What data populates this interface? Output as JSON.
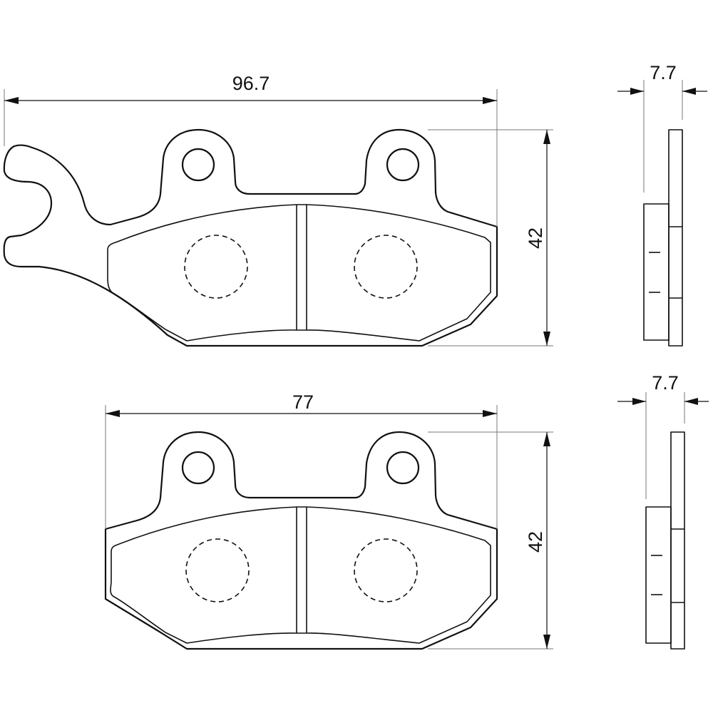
{
  "top_pad": {
    "width_label": "96.7",
    "height_label": "42",
    "thickness_label": "7.7"
  },
  "bottom_pad": {
    "width_label": "77",
    "height_label": "42",
    "thickness_label": "7.7"
  }
}
